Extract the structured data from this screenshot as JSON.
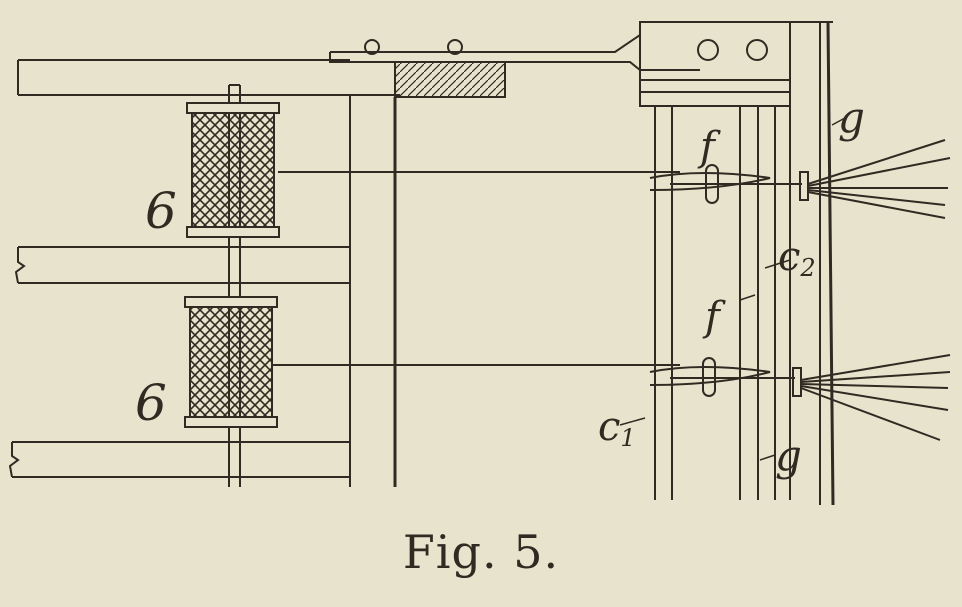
{
  "caption": "Fig. 5.",
  "labels": {
    "bobbin_upper": "6",
    "bobbin_lower": "6",
    "eye_upper": "f",
    "eye_lower": "f",
    "guide_upper": "g",
    "guide_lower": "g",
    "rod_c1": "c",
    "rod_c1_sub": "1",
    "rod_c2": "c",
    "rod_c2_sub": "2"
  },
  "colors": {
    "ink": "#2f2b22",
    "paper": "#e7e3cc"
  }
}
